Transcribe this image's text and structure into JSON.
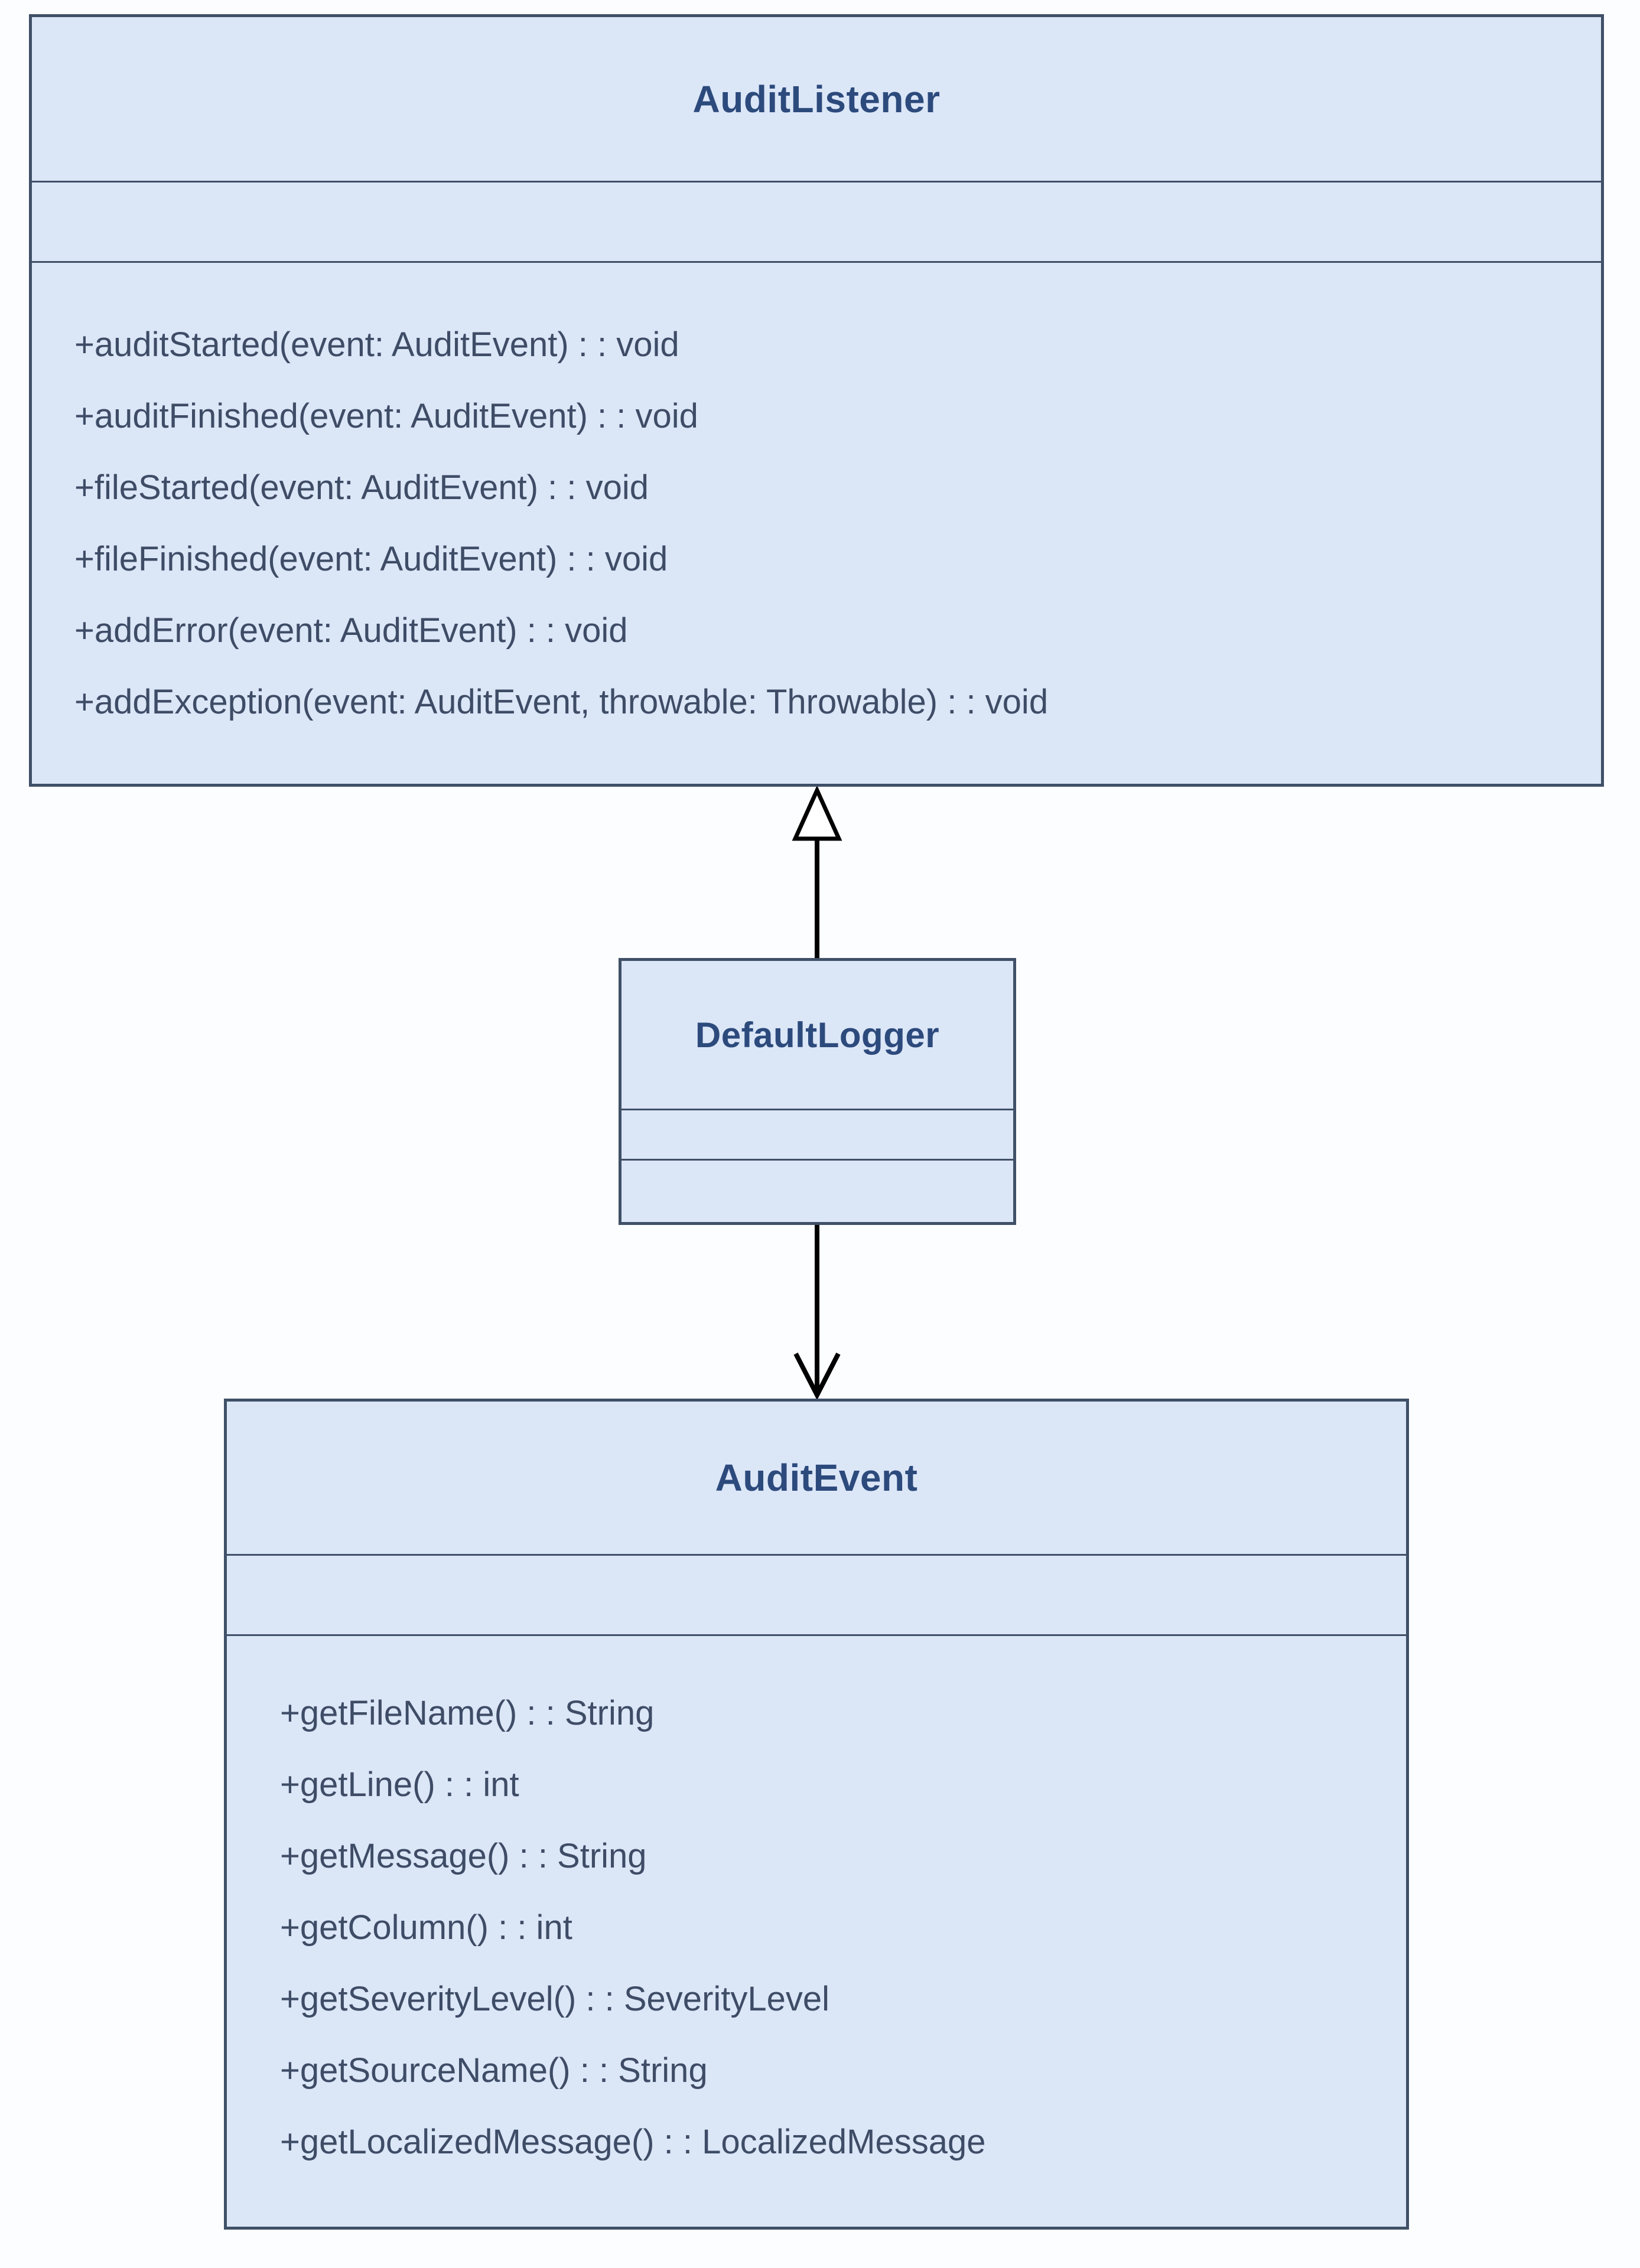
{
  "diagram": {
    "type": "uml-class-diagram",
    "colors": {
      "class_fill": "#dbe6f7",
      "class_border": "#3f5067",
      "title_text": "#2c4a7c",
      "method_text": "#3e4c66",
      "connector": "#000000",
      "background": "#fcfdff"
    },
    "classes": {
      "audit_listener": {
        "title": "AuditListener",
        "attributes": [],
        "methods": [
          "+auditStarted(event: AuditEvent) : : void",
          "+auditFinished(event: AuditEvent) : : void",
          "+fileStarted(event: AuditEvent) : : void",
          "+fileFinished(event: AuditEvent) : : void",
          "+addError(event: AuditEvent) : : void",
          "+addException(event: AuditEvent, throwable: Throwable) : : void"
        ]
      },
      "default_logger": {
        "title": "DefaultLogger",
        "attributes": [],
        "methods": []
      },
      "audit_event": {
        "title": "AuditEvent",
        "attributes": [],
        "methods": [
          "+getFileName() : : String",
          "+getLine() : : int",
          "+getMessage() : : String",
          "+getColumn() : : int",
          "+getSeverityLevel() : : SeverityLevel",
          "+getSourceName() : : String",
          "+getLocalizedMessage() : : LocalizedMessage"
        ]
      }
    },
    "relationships": [
      {
        "from": "DefaultLogger",
        "to": "AuditListener",
        "type": "generalization",
        "arrowhead": "hollow-triangle"
      },
      {
        "from": "DefaultLogger",
        "to": "AuditEvent",
        "type": "directed-association",
        "arrowhead": "open-arrow"
      }
    ]
  }
}
